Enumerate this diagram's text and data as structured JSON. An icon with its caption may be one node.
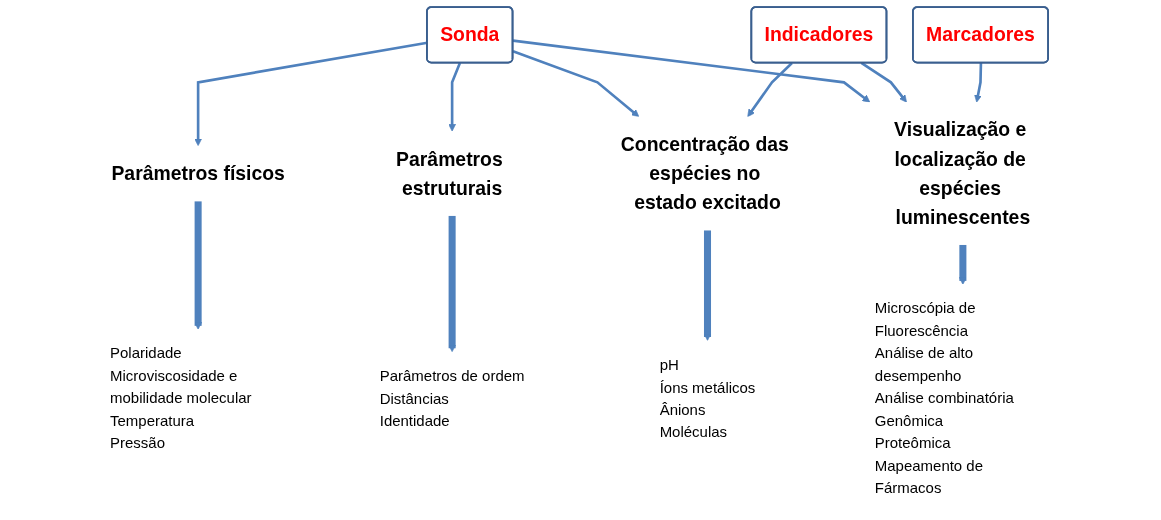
{
  "diagram": {
    "nodes": [
      {
        "text": [
          "Sonda"
        ]
      },
      {
        "text": [
          "Indicadores"
        ]
      },
      {
        "text": [
          "Marcadores"
        ]
      },
      {
        "text": [
          "Parâmetros físicos"
        ]
      },
      {
        "text": [
          "Parâmetros estruturais"
        ]
      },
      {
        "text": [
          "Concentração das espécies no estado excitado"
        ]
      },
      {
        "text": [
          "Visualização e localização de espécies luminescentes"
        ]
      },
      {
        "text": [
          "Polaridade",
          "Microviscosidade e mobilidade molecular",
          "Temperatura",
          "Pressão"
        ]
      },
      {
        "text": [
          "Parâmetros de ordem",
          "Distâncias",
          "Identidade"
        ]
      },
      {
        "text": [
          "pH",
          "Íons metálicos",
          "Ânions",
          "Moléculas"
        ]
      },
      {
        "text": [
          "Microscópia de Fluorescência",
          "Análise de alto desempenho",
          "Análise combinatória",
          "Genômica",
          "Proteômica",
          "Mapeamento de Fármacos"
        ]
      }
    ],
    "edges": [
      {
        "from": 0,
        "to": 3,
        "arrow": "to"
      },
      {
        "from": 0,
        "to": 4,
        "arrow": "to"
      },
      {
        "from": 0,
        "to": 5,
        "arrow": "to"
      },
      {
        "from": 0,
        "to": 6,
        "arrow": "to"
      },
      {
        "from": 1,
        "to": 5,
        "arrow": "to"
      },
      {
        "from": 1,
        "to": 6,
        "arrow": "to"
      },
      {
        "from": 2,
        "to": 6,
        "arrow": "to"
      },
      {
        "from": 3,
        "to": 7,
        "arrow": "to",
        "style": "thick"
      },
      {
        "from": 4,
        "to": 8,
        "arrow": "to",
        "style": "thick"
      },
      {
        "from": 5,
        "to": 9,
        "arrow": "to",
        "style": "thick"
      },
      {
        "from": 6,
        "to": 10,
        "arrow": "to",
        "style": "thick"
      }
    ]
  }
}
